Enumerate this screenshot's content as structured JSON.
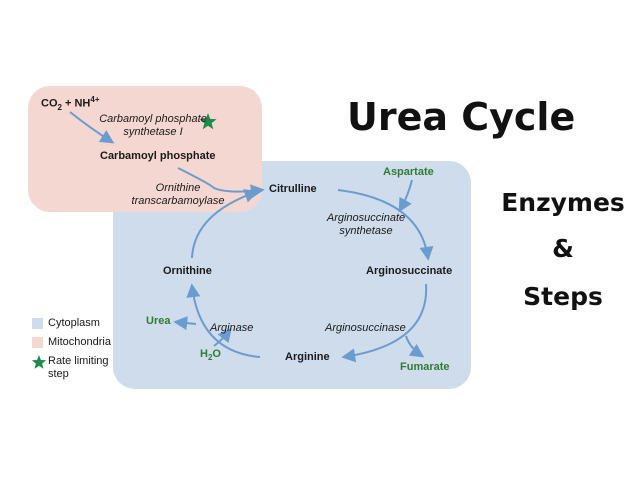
{
  "title": {
    "main": "Urea Cycle",
    "line1": "Enzymes",
    "line2": "&",
    "line3": "Steps"
  },
  "mitochondria": {
    "reactant_co2": "CO",
    "reactant_co2_sub": "2",
    "reactant_plus": " + NH",
    "reactant_nh_sup": "4+",
    "enzyme_cps_line1": "Carbamoyl phosphate",
    "enzyme_cps_line2": "synthetase I",
    "product": "Carbamoyl phosphate",
    "enzyme_otc_line1": "Ornithine",
    "enzyme_otc_line2": "transcarbamoylase"
  },
  "cycle": {
    "citrulline": "Citrulline",
    "aspartate": "Aspartate",
    "enzyme_ass_line1": "Arginosuccinate",
    "enzyme_ass_line2": "synthetase",
    "argininosuccinate": "Arginosuccinate",
    "enzyme_asl": "Arginosuccinase",
    "fumarate": "Fumarate",
    "arginine": "Arginine",
    "h2o_h": "H",
    "h2o_sub": "2",
    "h2o_o": "O",
    "enzyme_arginase": "Arginase",
    "urea": "Urea",
    "ornithine": "Ornithine"
  },
  "legend": {
    "cytoplasm": "Cytoplasm",
    "mitochondria": "Mitochondria",
    "rate_limiting_line1": "Rate limiting",
    "rate_limiting_line2": "step"
  },
  "colors": {
    "cytoplasm": "#cfdcec",
    "mitochondria": "#f5d7d2",
    "arrow": "#6b9ccf",
    "green_label": "#2e7d32",
    "star": "#1f8a4c"
  }
}
